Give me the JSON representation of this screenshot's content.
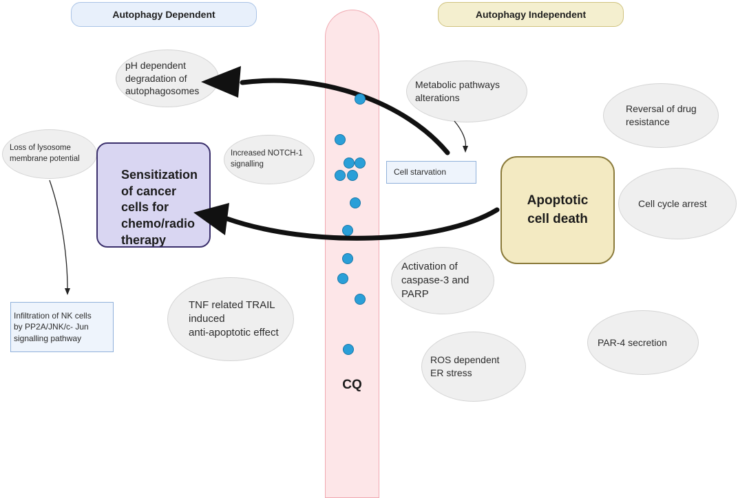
{
  "headers": {
    "dependent": "Autophagy Dependent",
    "independent": "Autophagy Independent"
  },
  "drug": {
    "label": "CQ"
  },
  "center": {
    "sensitization": "Sensitization\nof cancer\ncells for\nchemo/radio\ntherapy",
    "apoptotic": "Apoptotic\ncell death"
  },
  "boxes": {
    "starvation": "Cell starvation",
    "nk_cells": "Infiltration of NK cells\nby PP2A/JNK/c- Jun\nsignalling pathway"
  },
  "ellipses": {
    "ph_degradation": "pH dependent\ndegradation of\nautophagosomes",
    "lysosome": "Loss of lysosome\nmembrane potential",
    "notch": "Increased NOTCH-1\nsignalling",
    "tnf_trail": "TNF related TRAIL\ninduced\nanti-apoptotic effect",
    "metabolic": "Metabolic pathways\nalterations",
    "drug_resistance": "Reversal of drug\nresistance",
    "cell_cycle": "Cell cycle arrest",
    "caspase": "Activation of\ncaspase-3 and\nPARP",
    "par4": "PAR-4 secretion",
    "ros": "ROS dependent\nER stress"
  },
  "colors": {
    "dependent_header": "#e8f0fb",
    "independent_header": "#f4efcf",
    "sensitization_fill": "#d9d6f2",
    "sensitization_border": "#3a2f6b",
    "apoptotic_fill": "#f3eac2",
    "apoptotic_border": "#8a7a3a",
    "tube_fill": "#fde6e8",
    "tube_border": "#f0a8b0",
    "particle": "#2a9fd8"
  }
}
